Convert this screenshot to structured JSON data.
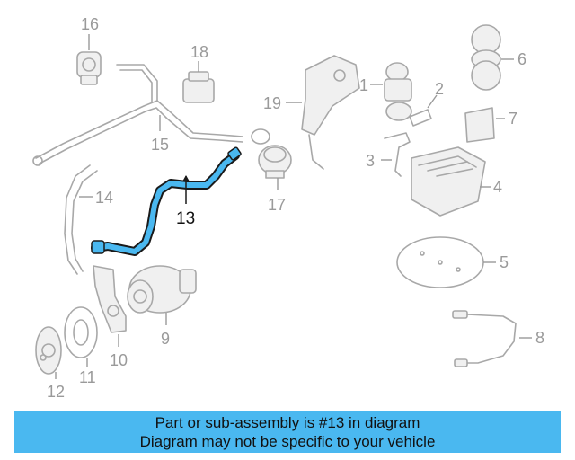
{
  "diagram": {
    "highlight_color": "#4ab8f0",
    "highlighted_part": "13",
    "callouts": [
      "1",
      "2",
      "3",
      "4",
      "5",
      "6",
      "7",
      "8",
      "9",
      "10",
      "11",
      "12",
      "13",
      "14",
      "15",
      "16",
      "17",
      "18",
      "19"
    ]
  },
  "banner": {
    "line1": "Part or sub-assembly is #13 in diagram",
    "line2": "Diagram may not be specific to your vehicle",
    "background": "#4ab8f0"
  }
}
